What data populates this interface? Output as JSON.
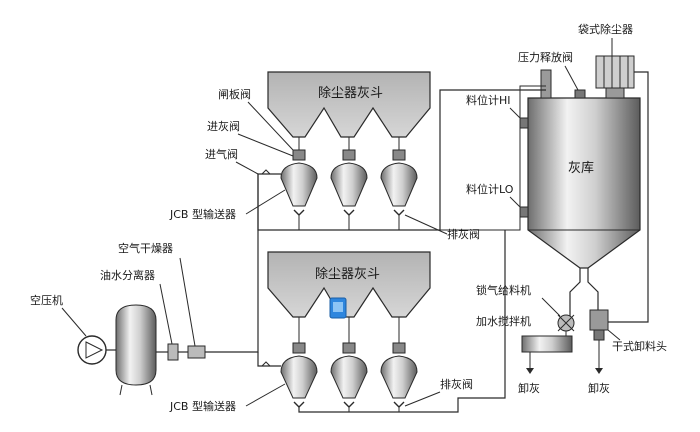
{
  "labels": {
    "hopper_top": "除尘器灰斗",
    "hopper_bottom": "除尘器灰斗",
    "silo": "灰库",
    "bag_filter": "袋式除尘器",
    "pressure_valve": "压力释放阀",
    "level_hi": "料位计HI",
    "level_lo": "料位计LO",
    "gate_valve": "闸板阀",
    "ash_inlet_valve": "进灰阀",
    "air_inlet_valve": "进气阀",
    "conveyor_top": "JCB 型输送器",
    "conveyor_bottom": "JCB 型输送器",
    "discharge_valve_top": "排灰阀",
    "discharge_valve_bottom": "排灰阀",
    "air_dryer": "空气干燥器",
    "oil_water_separator": "油水分离器",
    "compressor": "空压机",
    "rotary_feeder": "锁气给料机",
    "humidifier_mixer": "加水搅拌机",
    "dry_unloader": "干式卸料头",
    "unload_left": "卸灰",
    "unload_right": "卸灰"
  },
  "colors": {
    "line": "#2a2a2a",
    "metal_light": "#e6e6e6",
    "metal_mid": "#9a9a9a",
    "metal_dark": "#5a5a5a",
    "hopper_fill": "#bdbdbd",
    "accent_icon": "#2e86de"
  }
}
